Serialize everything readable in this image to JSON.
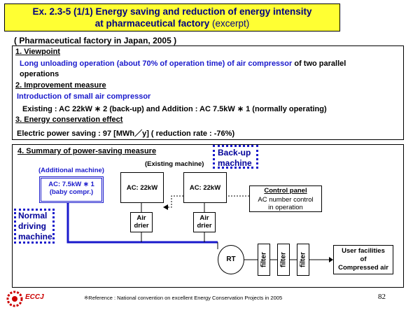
{
  "title": {
    "line1": "Ex. 2.3-5 (1/1) Energy saving and reduction of energy intensity",
    "line2_main": "at pharmaceutical factory",
    "line2_suffix": "(excerpt)"
  },
  "subtitle": "( Pharmaceutical factory in Japan, 2005 )",
  "sections": {
    "viewpoint": {
      "heading": "1. Viewpoint",
      "line1_blue": "Long unloading operation (about 70% of operation time) of  air compressor",
      "line1_black": "of two parallel",
      "line2": "operations"
    },
    "improvement": {
      "heading": "2. Improvement measure",
      "line1": "Introduction of small air compressor",
      "line2": "Existing : AC 22kW ∗ 2 (back-up)  and  Addition : AC 7.5kW ∗ 1 (normally operating)"
    },
    "effect": {
      "heading": "3. Energy conservation effect",
      "line1": "Electric power saving : 97 [MWh／y]  ( reduction rate : -76%)"
    }
  },
  "summary": {
    "heading": "4. Summary of power-saving measure",
    "backup_label_1": "Back-up",
    "backup_label_2": "machine",
    "existing_label": "(Existing machine)",
    "additional_label": "(Additional machine)",
    "small_ac_1": "AC: 7.5kW ∗ 1",
    "small_ac_2": "(baby compr.)",
    "ac1": "AC: 22kW",
    "ac2": "AC: 22kW",
    "control_panel": "Control panel",
    "control_1": "AC number control",
    "control_2": "in operation",
    "drier1_a": "Air",
    "drier1_b": "drier",
    "drier2_a": "Air",
    "drier2_b": "drier",
    "normal_1": "Normal",
    "normal_2": "driving",
    "normal_3": "machine",
    "rt": "RT",
    "filter1": "filter",
    "filter2": "filter",
    "filter3": "filter",
    "user_1": "User facilities",
    "user_2": "of",
    "user_3": "Compressed air"
  },
  "footnote": "※Reference : National convention on excellent Energy Conservation Projects in 2005",
  "page_number": "82",
  "logo": "ECCJ",
  "colors": {
    "title_bg": "#ffff33",
    "accent_blue": "#1a1acc",
    "logo_red": "#cc0000"
  }
}
